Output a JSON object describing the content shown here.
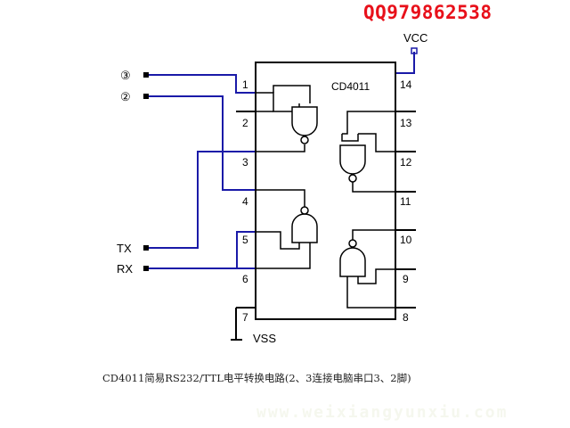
{
  "watermark": "QQ979862538",
  "chip": {
    "name": "CD4011"
  },
  "power": {
    "vcc": "VCC",
    "vss": "VSS"
  },
  "ports": {
    "p3": "③",
    "p2": "②",
    "tx": "TX",
    "rx": "RX"
  },
  "pins": {
    "p1": "1",
    "p2": "2",
    "p3": "3",
    "p4": "4",
    "p5": "5",
    "p6": "6",
    "p7": "7",
    "p8": "8",
    "p9": "9",
    "p10": "10",
    "p11": "11",
    "p12": "12",
    "p13": "13",
    "p14": "14"
  },
  "caption": "CD4011简易RS232/TTL电平转换电路(2、3连接电脑串口3、2脚)",
  "faint_text": "www.weixiangyunxiu.com",
  "colors": {
    "wire": "#1a1aa8",
    "ink": "#000000",
    "watermark": "#e8101a"
  }
}
